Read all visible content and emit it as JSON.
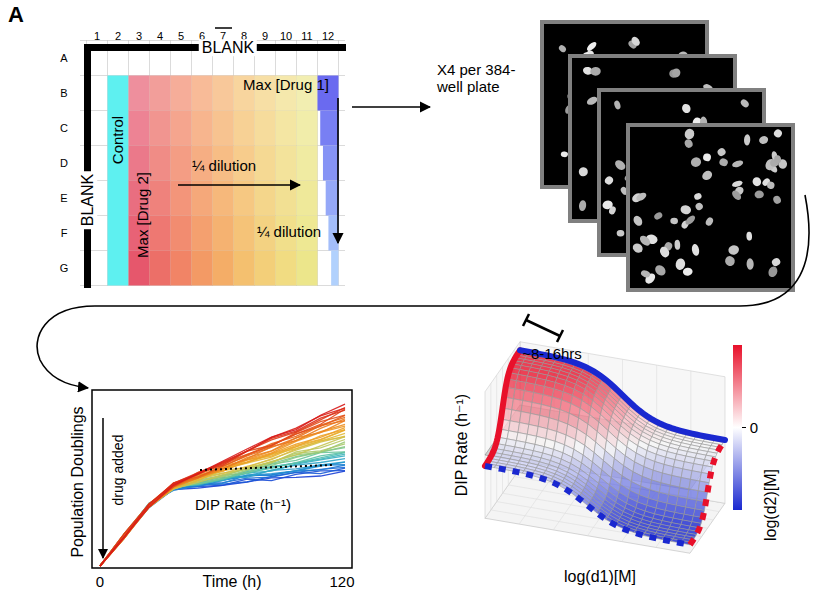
{
  "diagram": {
    "labels": [
      "A",
      "1",
      "2",
      "3",
      "4",
      "5",
      "6",
      "7",
      "8",
      "9",
      "10",
      "11",
      "12",
      "A",
      "B",
      "C",
      "D",
      "E",
      "F",
      "G",
      "BLANK",
      "BLANK",
      "Control",
      "Max [Drug 1]",
      "Max [Drug 2]",
      "¼ dilution",
      "¼ dilution",
      "X4 per 384-well plate",
      "~8-16hrs",
      "Population Doublings",
      "drug added",
      "DIP Rate (h⁻¹)",
      "0",
      "Time (h)",
      "120",
      "DIP Rate (h⁻¹)",
      "0",
      "log(d1)[M]",
      "log(d2)[M]"
    ]
  }
}
